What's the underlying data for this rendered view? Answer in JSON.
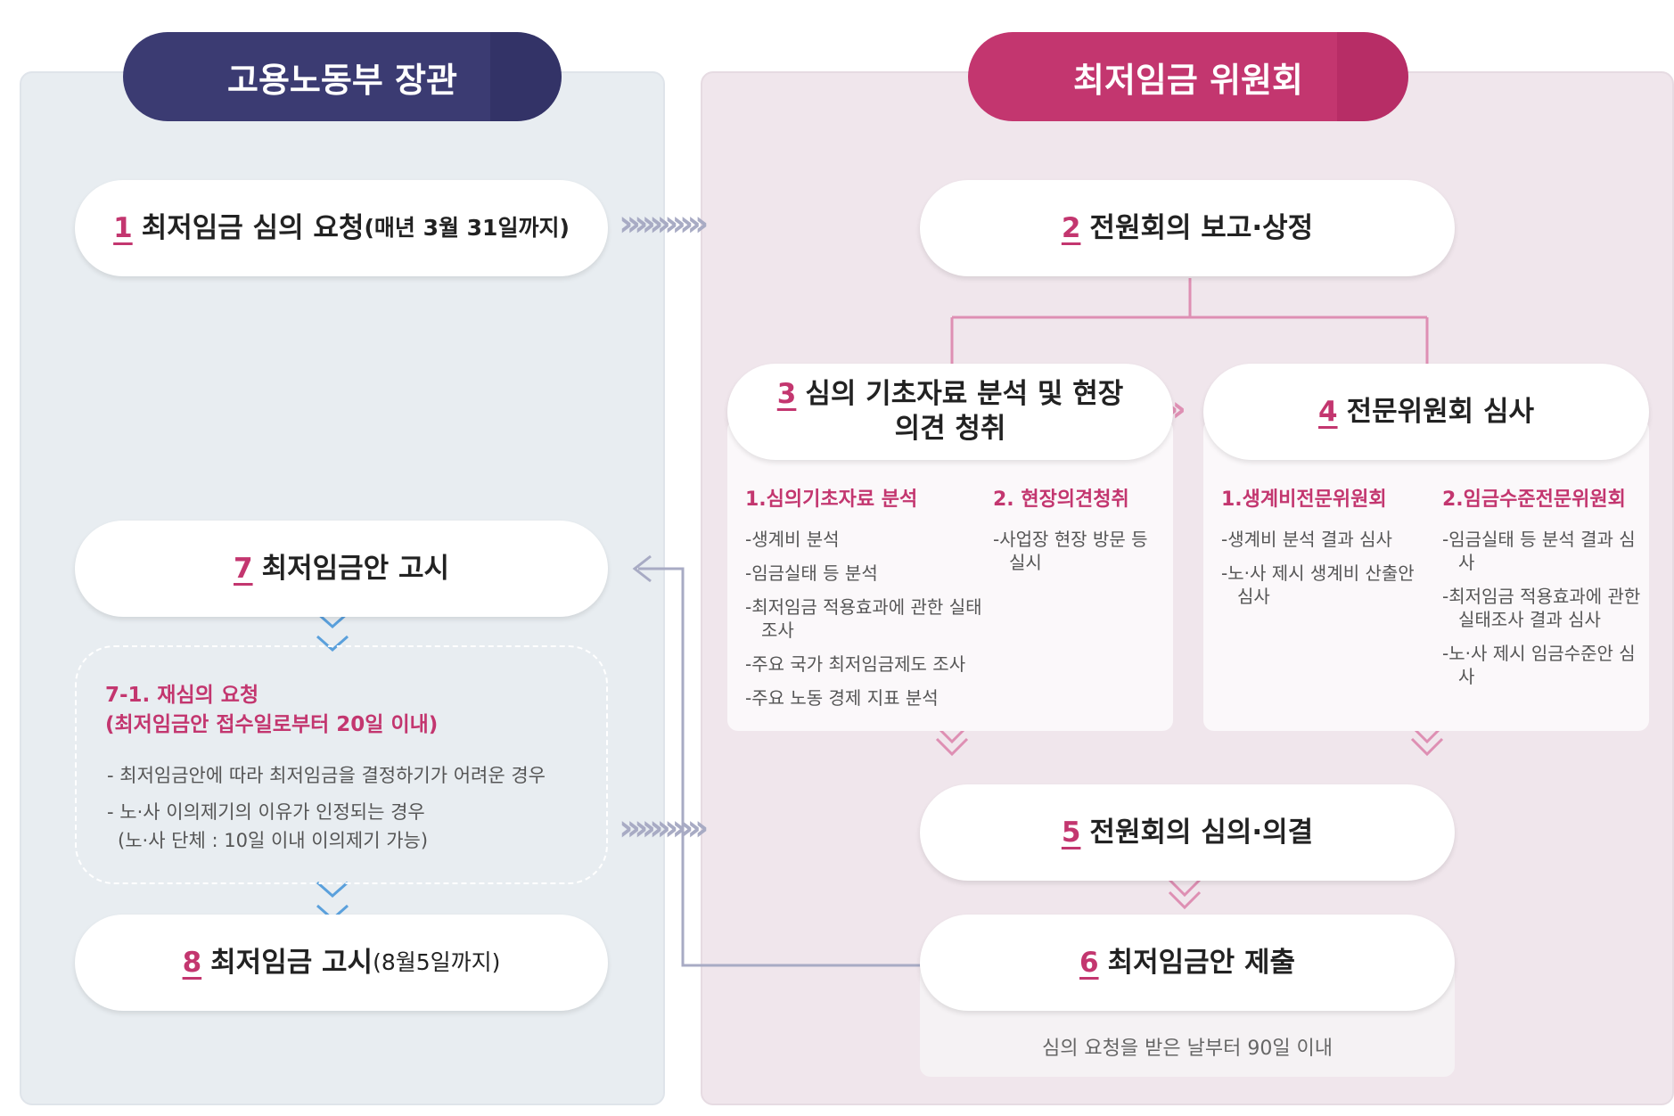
{
  "headers": {
    "left": "고용노동부 장관",
    "right": "최저임금 위원회"
  },
  "steps": {
    "s1": {
      "num": "1",
      "text": "최저임금 심의 요청",
      "paren": "(매년 3월 31일까지)"
    },
    "s2": {
      "num": "2",
      "text": "전원회의 보고·상정"
    },
    "s3": {
      "num": "3",
      "text_line1": "심의 기초자료 분석 및 현장",
      "text_line2": "의견 청취"
    },
    "s4": {
      "num": "4",
      "text": "전문위원회 심사"
    },
    "s5": {
      "num": "5",
      "text": "전원회의 심의·의결"
    },
    "s6": {
      "num": "6",
      "text": "최저임금안 제출",
      "note": "심의 요청을 받은 날부터 90일 이내"
    },
    "s7": {
      "num": "7",
      "text": "최저임금안 고시"
    },
    "s8": {
      "num": "8",
      "text": "최저임금 고시",
      "paren": "(8월5일까지)"
    }
  },
  "step3_details": {
    "col1": {
      "title": "1.심의기초자료 분석",
      "items": [
        "-생계비 분석",
        "-임금실태 등 분석",
        "-최저임금 적용효과에 관한 실태조사",
        "-주요 국가 최저임금제도 조사",
        "-주요 노동 경제 지표 분석"
      ]
    },
    "col2": {
      "title": "2. 현장의견청취",
      "items": [
        "-사업장 현장 방문 등 실시"
      ]
    }
  },
  "step4_details": {
    "col1": {
      "title": "1.생계비전문위원회",
      "items": [
        "-생계비 분석 결과 심사",
        "-노·사 제시 생계비 산출안 심사"
      ]
    },
    "col2": {
      "title": "2.임금수준전문위원회",
      "items": [
        "-임금실태 등 분석 결과 심사",
        "-최저임금 적용효과에 관한실태조사 결과 심사",
        "-노·사 제시 임금수준안 심사"
      ]
    }
  },
  "step7_1": {
    "title_line1": "7-1. 재심의 요청",
    "title_line2": "(최저임금안 접수일로부터 20일 이내)",
    "items": [
      "- 최저임금안에 따라 최저임금을 결정하기가 어려운 경우",
      "- 노·사 이의제기의 이유가 인정되는 경우",
      "(노·사 단체 : 10일 이내 이의제기 가능)"
    ]
  },
  "arrows": {
    "h_long": "›››››››››››",
    "h_short": "››"
  },
  "colors": {
    "navy": "#3b3b72",
    "magenta": "#c3366f",
    "pink_line": "#de8fb3",
    "gray_line": "#a8abc4",
    "blue_chevron": "#5aa0dc"
  }
}
